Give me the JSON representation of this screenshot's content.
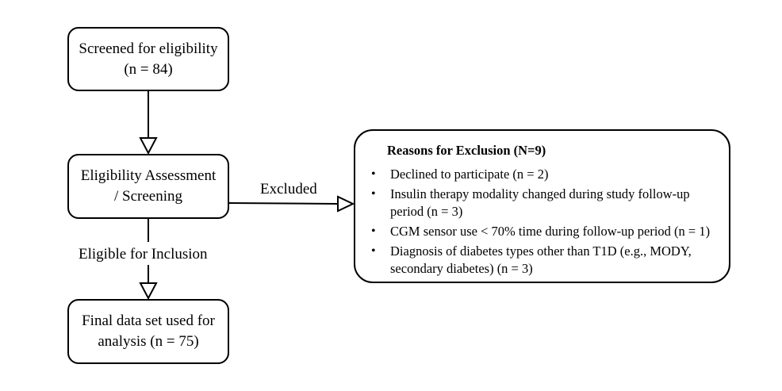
{
  "nodes": {
    "screened": {
      "line1": "Screened for eligibility",
      "line2": "(n = 84)"
    },
    "eligibility": {
      "line1": "Eligibility Assessment",
      "line2": "/ Screening"
    },
    "final": {
      "line1": "Final data set used for",
      "line2": "analysis (n = 75)"
    },
    "reasons": {
      "title": "Reasons for Exclusion (N=9)",
      "items": [
        "Declined to participate (n = 2)",
        "Insulin therapy modality changed during study follow-up period (n = 3)",
        "CGM sensor use < 70% time during follow-up period (n = 1)",
        "Diagnosis of diabetes types other than T1D (e.g., MODY, secondary diabetes) (n = 3)"
      ]
    }
  },
  "edges": {
    "excluded_label": "Excluded",
    "eligible_label": "Eligible for Inclusion"
  }
}
